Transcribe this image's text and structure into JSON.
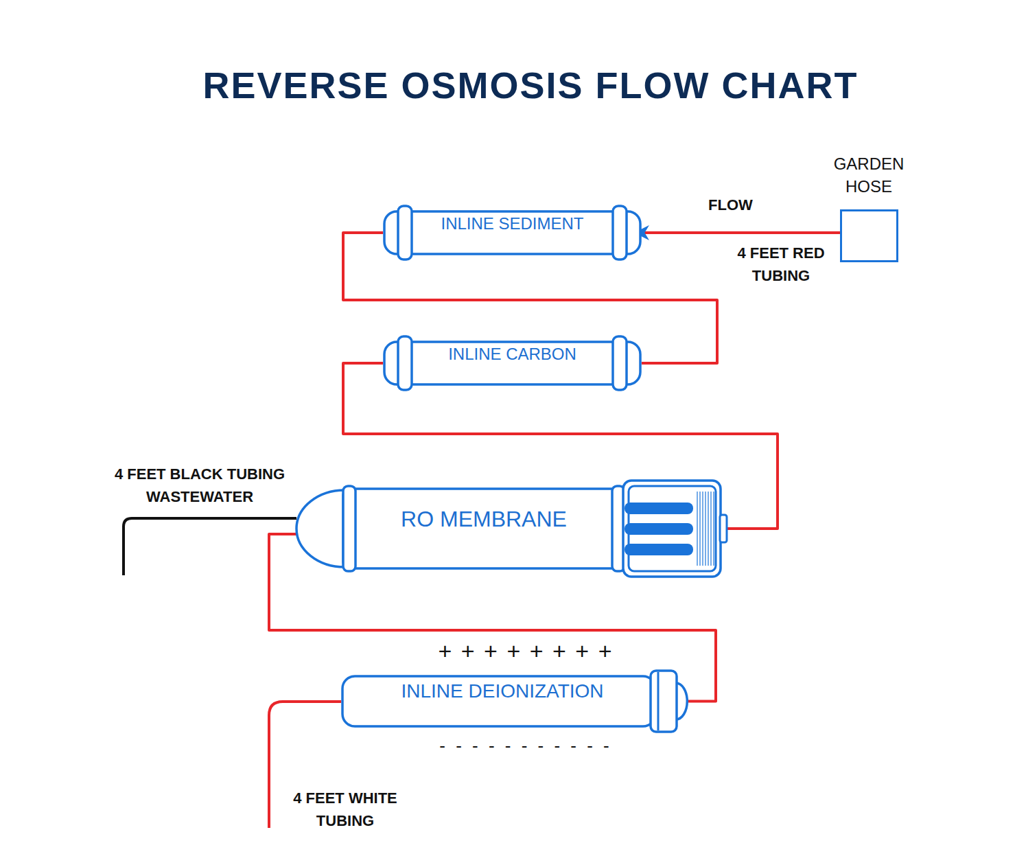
{
  "diagram": {
    "title": "REVERSE OSMOSIS FLOW CHART",
    "nodes": [
      {
        "text": [
          "GARDEN HOSE"
        ]
      },
      {
        "text": [
          "INLINE SEDIMENT"
        ]
      },
      {
        "text": [
          "INLINE CARBON"
        ]
      },
      {
        "text": [
          "RO MEMBRANE"
        ]
      },
      {
        "text": [
          "INLINE DEIONIZATION"
        ]
      }
    ],
    "edges": [
      {
        "from": 0,
        "to": 1,
        "arrow": "to",
        "label": "FLOW"
      },
      {
        "from": 1,
        "to": 2,
        "arrow": "none"
      },
      {
        "from": 2,
        "to": 3,
        "arrow": "none"
      },
      {
        "from": 3,
        "to": 4,
        "arrow": "none"
      }
    ],
    "labels": [
      "4 FEET RED TUBING",
      "4 FEET BLACK TUBING WASTEWATER",
      "+ + + + + + + +",
      "- - - - - - - - - - -",
      "4 FEET WHITE TUBING"
    ]
  }
}
